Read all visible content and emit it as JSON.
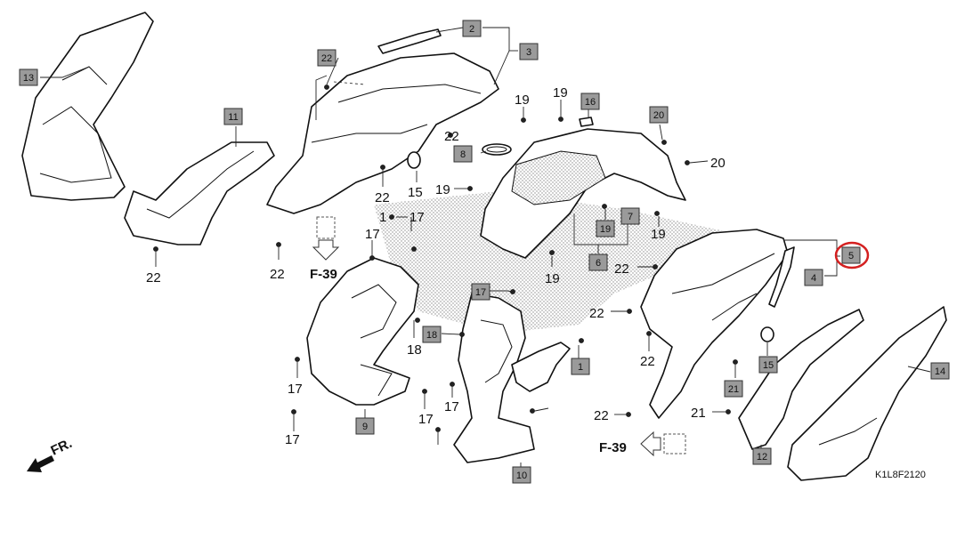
{
  "diagram": {
    "drawing_code": "K1L8F2120",
    "highlighted_part": "5",
    "highlight_color": "#d42020",
    "box_fill": "#9a9a9a",
    "direction_label": "FR.",
    "page_refs": [
      "F-39",
      "F-39"
    ],
    "boxed_parts": [
      "1",
      "2",
      "3",
      "4",
      "5",
      "6",
      "7",
      "8",
      "9",
      "10",
      "11",
      "12",
      "13",
      "14",
      "15",
      "16",
      "18",
      "19",
      "20",
      "21",
      "22",
      "17"
    ],
    "loose_labels": [
      "19",
      "19",
      "19",
      "19",
      "19",
      "20",
      "22",
      "22",
      "22",
      "22",
      "22",
      "22",
      "22",
      "22",
      "21",
      "1",
      "17",
      "17",
      "17",
      "17",
      "17",
      "17",
      "15",
      "18"
    ]
  }
}
